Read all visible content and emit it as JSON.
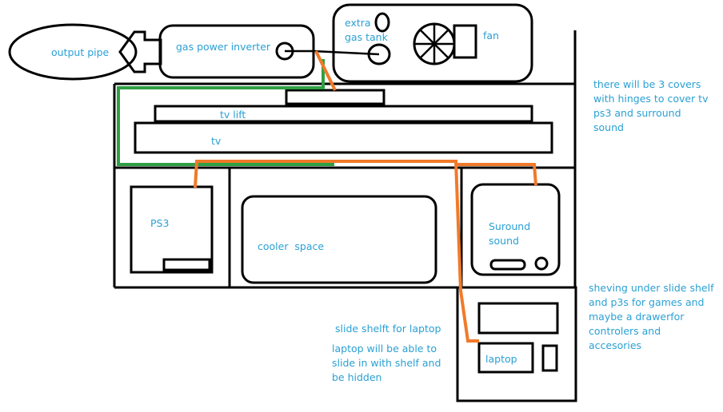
{
  "labels": {
    "output_pipe": "output pipe",
    "gas_power_inverter": "gas power inverter",
    "extra_gas_tank_line1": "extra",
    "extra_gas_tank_line2": "gas tank",
    "fan": "fan",
    "tv_lift": "tv lift",
    "tv": "tv",
    "ps3": "PS3",
    "cooler_space": "cooler  space",
    "surround_line1": "Suround",
    "surround_line2": "sound",
    "laptop": "laptop"
  },
  "notes": {
    "covers": [
      "there will be 3 covers",
      "with hinges to cover tv",
      "ps3 and surround",
      "sound"
    ],
    "shelving": [
      "sheving under slide shelf",
      "and p3s for games and",
      "maybe a drawerfor",
      "controlers and",
      "accesories"
    ],
    "slide_shelf": "slide shelft for laptop",
    "laptop_slide": [
      "laptop will be able to",
      "slide in with shelf and",
      "be hidden"
    ]
  },
  "colors": {
    "text": "#2aa0d4",
    "outline": "#000000",
    "power_cable": "#f07a2a",
    "gas_line": "#2ea043"
  }
}
